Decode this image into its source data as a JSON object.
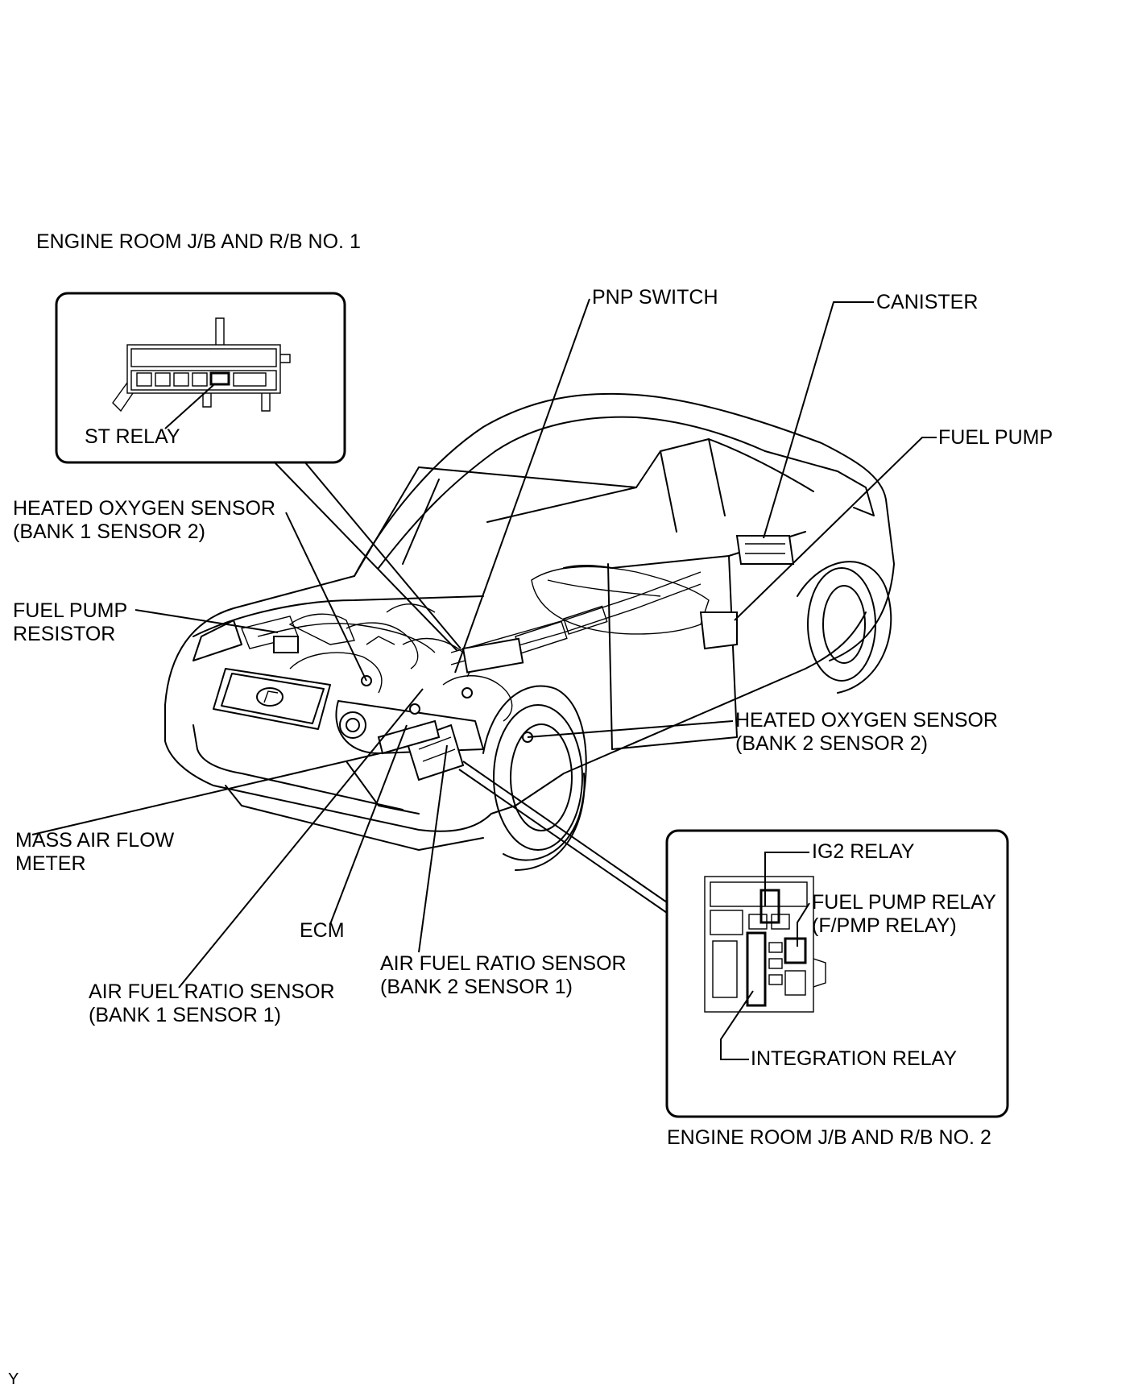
{
  "junction_blocks": {
    "no1_title": "ENGINE ROOM J/B AND R/B NO. 1",
    "no2_title": "ENGINE ROOM J/B AND R/B NO. 2",
    "st_relay": "ST RELAY",
    "ig2_relay": "IG2 RELAY",
    "fuel_pump_relay_line1": "FUEL PUMP RELAY",
    "fuel_pump_relay_line2": "(F/PMP RELAY)",
    "integration_relay": "INTEGRATION RELAY"
  },
  "components": {
    "pnp_switch": "PNP SWITCH",
    "canister": "CANISTER",
    "fuel_pump": "FUEL PUMP",
    "ho2s_b1s2_line1": "HEATED OXYGEN SENSOR",
    "ho2s_b1s2_line2": "(BANK 1 SENSOR 2)",
    "fuel_pump_resistor_line1": "FUEL PUMP",
    "fuel_pump_resistor_line2": "RESISTOR",
    "ho2s_b2s2_line1": "HEATED OXYGEN SENSOR",
    "ho2s_b2s2_line2": "(BANK 2 SENSOR 2)",
    "maf_line1": "MASS AIR FLOW",
    "maf_line2": "METER",
    "ecm": "ECM",
    "af_b2s1_line1": "AIR FUEL RATIO SENSOR",
    "af_b2s1_line2": "(BANK 2 SENSOR 1)",
    "af_b1s1_line1": "AIR FUEL RATIO SENSOR",
    "af_b1s1_line2": "(BANK 1 SENSOR 1)"
  },
  "footer": {
    "code": "Y"
  }
}
